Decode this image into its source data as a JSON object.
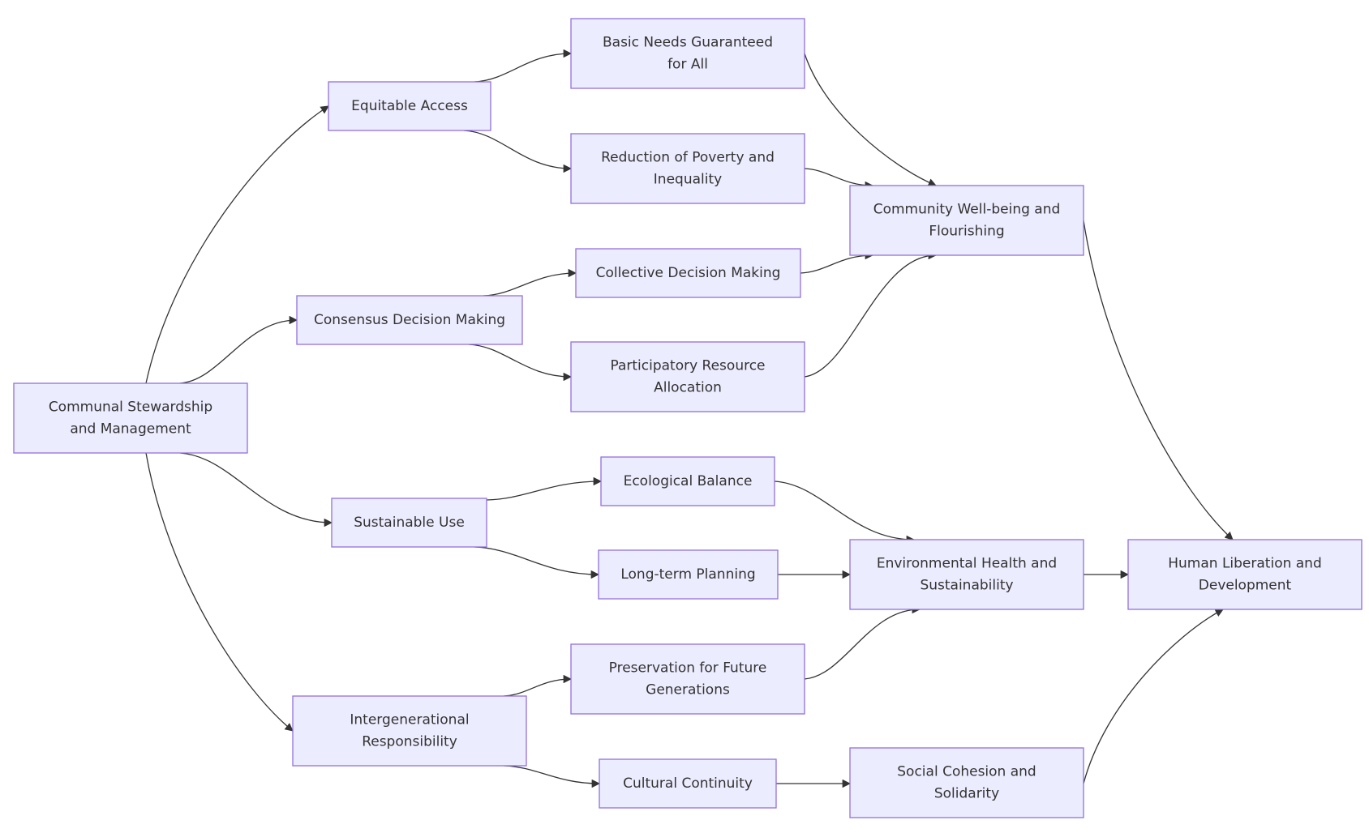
{
  "diagram": {
    "nodes": [
      {
        "id": "stewardship",
        "lines": [
          "Communal Stewardship",
          "and Management"
        ]
      },
      {
        "id": "equitable",
        "lines": [
          "Equitable Access"
        ]
      },
      {
        "id": "consensus",
        "lines": [
          "Consensus Decision Making"
        ]
      },
      {
        "id": "sustainable",
        "lines": [
          "Sustainable Use"
        ]
      },
      {
        "id": "intergen",
        "lines": [
          "Intergenerational",
          "Responsibility"
        ]
      },
      {
        "id": "basic",
        "lines": [
          "Basic Needs Guaranteed",
          "for All"
        ]
      },
      {
        "id": "poverty",
        "lines": [
          "Reduction of Poverty and",
          "Inequality"
        ]
      },
      {
        "id": "collective",
        "lines": [
          "Collective Decision Making"
        ]
      },
      {
        "id": "participatory",
        "lines": [
          "Participatory Resource",
          "Allocation"
        ]
      },
      {
        "id": "ecological",
        "lines": [
          "Ecological Balance"
        ]
      },
      {
        "id": "longterm",
        "lines": [
          "Long-term Planning"
        ]
      },
      {
        "id": "preservation",
        "lines": [
          "Preservation for Future",
          "Generations"
        ]
      },
      {
        "id": "cultural",
        "lines": [
          "Cultural Continuity"
        ]
      },
      {
        "id": "community",
        "lines": [
          "Community Well-being and",
          "Flourishing"
        ]
      },
      {
        "id": "environmental",
        "lines": [
          "Environmental Health and",
          "Sustainability"
        ]
      },
      {
        "id": "social",
        "lines": [
          "Social Cohesion and",
          "Solidarity"
        ]
      },
      {
        "id": "liberation",
        "lines": [
          "Human Liberation and",
          "Development"
        ]
      }
    ],
    "edges": [
      {
        "from": "stewardship",
        "to": "equitable"
      },
      {
        "from": "stewardship",
        "to": "consensus"
      },
      {
        "from": "stewardship",
        "to": "sustainable"
      },
      {
        "from": "stewardship",
        "to": "intergen"
      },
      {
        "from": "equitable",
        "to": "basic"
      },
      {
        "from": "equitable",
        "to": "poverty"
      },
      {
        "from": "consensus",
        "to": "collective"
      },
      {
        "from": "consensus",
        "to": "participatory"
      },
      {
        "from": "sustainable",
        "to": "ecological"
      },
      {
        "from": "sustainable",
        "to": "longterm"
      },
      {
        "from": "intergen",
        "to": "preservation"
      },
      {
        "from": "intergen",
        "to": "cultural"
      },
      {
        "from": "basic",
        "to": "community"
      },
      {
        "from": "poverty",
        "to": "community"
      },
      {
        "from": "collective",
        "to": "community"
      },
      {
        "from": "participatory",
        "to": "community"
      },
      {
        "from": "ecological",
        "to": "environmental"
      },
      {
        "from": "longterm",
        "to": "environmental"
      },
      {
        "from": "preservation",
        "to": "environmental"
      },
      {
        "from": "cultural",
        "to": "social"
      },
      {
        "from": "community",
        "to": "liberation"
      },
      {
        "from": "environmental",
        "to": "liberation"
      },
      {
        "from": "social",
        "to": "liberation"
      }
    ]
  }
}
